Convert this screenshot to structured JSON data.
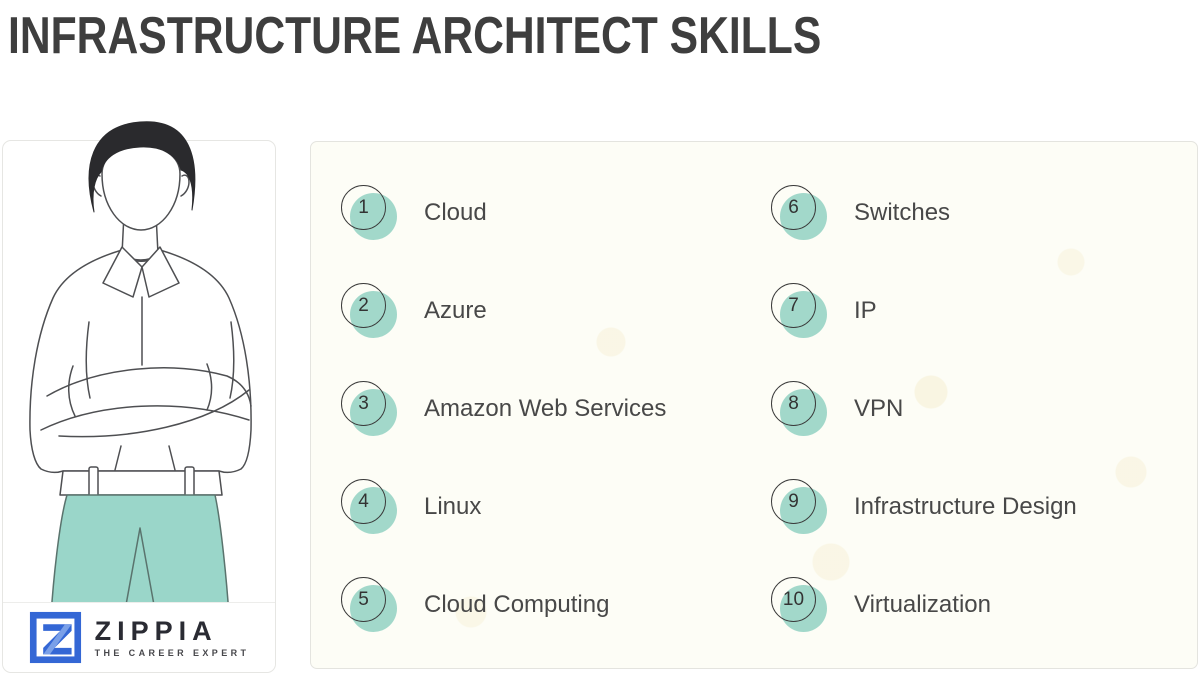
{
  "title": "INFRASTRUCTURE ARCHITECT SKILLS",
  "skills": [
    {
      "number": "1",
      "label": "Cloud"
    },
    {
      "number": "2",
      "label": "Azure"
    },
    {
      "number": "3",
      "label": "Amazon Web Services"
    },
    {
      "number": "4",
      "label": "Linux"
    },
    {
      "number": "5",
      "label": "Cloud Computing"
    },
    {
      "number": "6",
      "label": "Switches"
    },
    {
      "number": "7",
      "label": "IP"
    },
    {
      "number": "8",
      "label": "VPN"
    },
    {
      "number": "9",
      "label": "Infrastructure Design"
    },
    {
      "number": "10",
      "label": "Virtualization"
    }
  ],
  "logo": {
    "brand": "ZIPPIA",
    "tagline": "THE CAREER EXPERT",
    "mark": "z-square-icon"
  },
  "illustration": {
    "name": "person-crossed-arms-illustration"
  },
  "colors": {
    "accent_teal": "#9ad6c9",
    "badge_teal": "#a2d8ca",
    "logo_blue": "#3467d5",
    "title_text": "#3e3e3e",
    "skill_text": "#484848",
    "panel_bg": "#fdfdf6"
  }
}
